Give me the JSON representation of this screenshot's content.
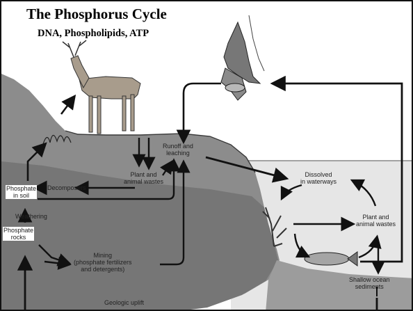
{
  "header": {
    "title": "The Phosphorus Cycle",
    "subtitle": "DNA, Phospholipids, ATP"
  },
  "labels": {
    "runoff": "Runoff and\nleaching",
    "plant_animal_wastes_land": "Plant and\nanimal wastes",
    "decomposers": "Decomposers",
    "phosphate_soil": "Phosphate\nin soil",
    "weathering": "Weathering",
    "phosphate_rocks": "Phosphate\nrocks",
    "mining": "Mining\n(phosphate fertilizers\nand detergents)",
    "geologic_uplift": "Geologic uplift",
    "dissolved": "Dissolved\nin waterways",
    "plant_animal_wastes_water": "Plant and\nanimal wastes",
    "shallow_sediments": "Shallow ocean\nsediments"
  },
  "colors": {
    "arrow": "#111111",
    "land": "#8f8f8f",
    "land_dark": "#5d5d5d",
    "water": "#e4e4e4",
    "sediment": "#9a9a9a"
  }
}
